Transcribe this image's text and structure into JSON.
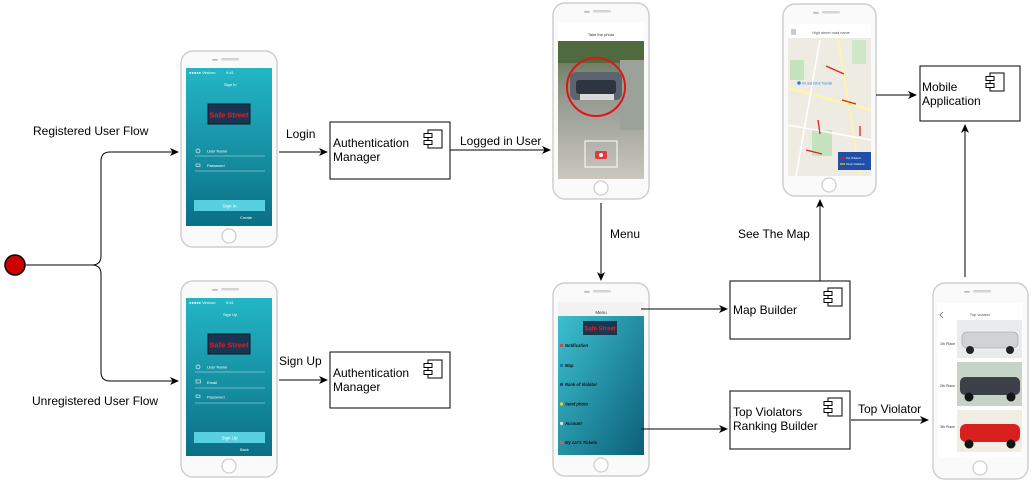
{
  "start_node": {
    "color": "#cc0000"
  },
  "flows": {
    "registered": "Registered User Flow",
    "unregistered": "Unregistered User Flow"
  },
  "edges": {
    "login": "Login",
    "sign_up": "Sign Up",
    "logged_in_user": "Logged in User",
    "menu": "Menu",
    "see_the_map": "See The Map",
    "top_violator": "Top Violator"
  },
  "components": {
    "auth_login": [
      "Authentication",
      "Manager"
    ],
    "auth_signup": [
      "Authentication",
      "Manager"
    ],
    "map_builder": [
      "Map Builder"
    ],
    "ranking_builder": [
      "Top Violators",
      "Ranking Builder"
    ],
    "mobile_app": [
      "Mobile",
      "Application"
    ]
  },
  "screens": {
    "login": {
      "status": "●●●●● Verizon",
      "time": "9:41",
      "title": "Sign In",
      "logo": "Safe Street",
      "fields": [
        "User Name",
        "Password"
      ],
      "button": "Sign In",
      "footer": "Create"
    },
    "signup": {
      "status": "●●●●● Verizon",
      "time": "9:41",
      "title": "Sign Up",
      "logo": "Safe Street",
      "fields": [
        "User Name",
        "Email",
        "Password"
      ],
      "button": "Sign Up",
      "footer": "Back"
    },
    "camera": {
      "title": "Take the photo"
    },
    "map": {
      "header": "High street road name",
      "place": "Art and Drink Tutorial",
      "legend": [
        "Top Violators",
        "Some Violations"
      ]
    },
    "menu": {
      "title": "Menu",
      "logo": "Safe Street",
      "items": [
        "Notification",
        "Map",
        "Rank of Violator",
        "Send photo",
        "Account",
        "My car's Tickets"
      ]
    },
    "violator": {
      "title": "Top violator",
      "ranks": [
        "1th Place",
        "2th Place",
        "3th Place"
      ]
    }
  }
}
